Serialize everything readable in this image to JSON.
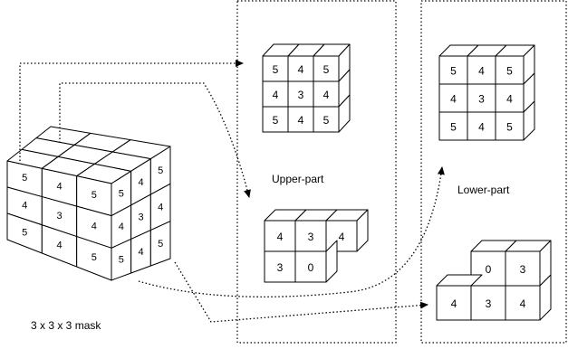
{
  "labels": {
    "upper": "Upper-part",
    "lower": "Lower-part",
    "mask": "3 x 3 x 3 mask"
  },
  "mask_cube": {
    "front_rows": [
      [
        "5",
        "4",
        "5"
      ],
      [
        "4",
        "3",
        "4"
      ],
      [
        "5",
        "4",
        "5"
      ]
    ],
    "side_rows": [
      [
        "5",
        "4",
        "5"
      ],
      [
        "4",
        "3",
        "4"
      ],
      [
        "5",
        "4",
        "5"
      ]
    ]
  },
  "upper_full": [
    [
      "5",
      "4",
      "5"
    ],
    [
      "4",
      "3",
      "4"
    ],
    [
      "5",
      "4",
      "5"
    ]
  ],
  "upper_partial": {
    "top_row": [
      "4",
      "3",
      "4"
    ],
    "bottom_row": [
      "3",
      "0"
    ]
  },
  "lower_full": [
    [
      "5",
      "4",
      "5"
    ],
    [
      "4",
      "3",
      "4"
    ],
    [
      "5",
      "4",
      "5"
    ]
  ],
  "lower_partial": {
    "top_row": [
      "0",
      "3"
    ],
    "bottom_row": [
      "4",
      "3",
      "4"
    ]
  }
}
